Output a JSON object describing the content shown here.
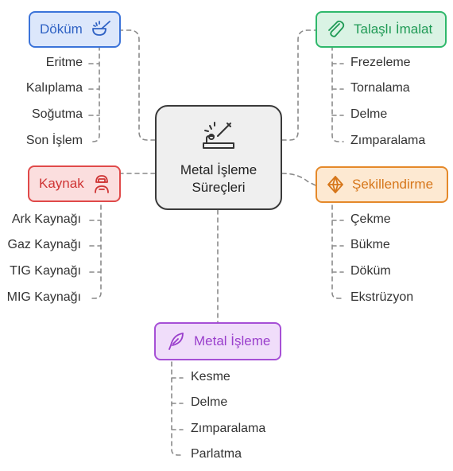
{
  "center": {
    "line1": "Metal İşleme",
    "line2": "Süreçleri"
  },
  "branches": {
    "dokum": {
      "title": "Döküm",
      "items": [
        "Eritme",
        "Kalıplama",
        "Soğutma",
        "Son İşlem"
      ],
      "color": "#3b73d9",
      "fill": "#dce7fb",
      "icon": "pouring-ladle-icon"
    },
    "talasli": {
      "title": "Talaşlı İmalat",
      "items": [
        "Frezeleme",
        "Tornalama",
        "Delme",
        "Zımparalama"
      ],
      "color": "#2fb86b",
      "fill": "#daf3e4",
      "icon": "paperclip-icon"
    },
    "kaynak": {
      "title": "Kaynak",
      "items": [
        "Ark Kaynağı",
        "Gaz Kaynağı",
        "TIG Kaynağı",
        "MIG Kaynağı"
      ],
      "color": "#e04a4a",
      "fill": "#fbdede",
      "icon": "welder-icon"
    },
    "sekil": {
      "title": "Şekillendirme",
      "items": [
        "Çekme",
        "Bükme",
        "Döküm",
        "Ekstrüzyon"
      ],
      "color": "#e5892a",
      "fill": "#fde9d2",
      "icon": "gem-icon"
    },
    "metal": {
      "title": "Metal İşleme",
      "items": [
        "Kesme",
        "Delme",
        "Zımparalama",
        "Parlatma"
      ],
      "color": "#a64fd6",
      "fill": "#f0ddfa",
      "icon": "feather-icon"
    }
  }
}
